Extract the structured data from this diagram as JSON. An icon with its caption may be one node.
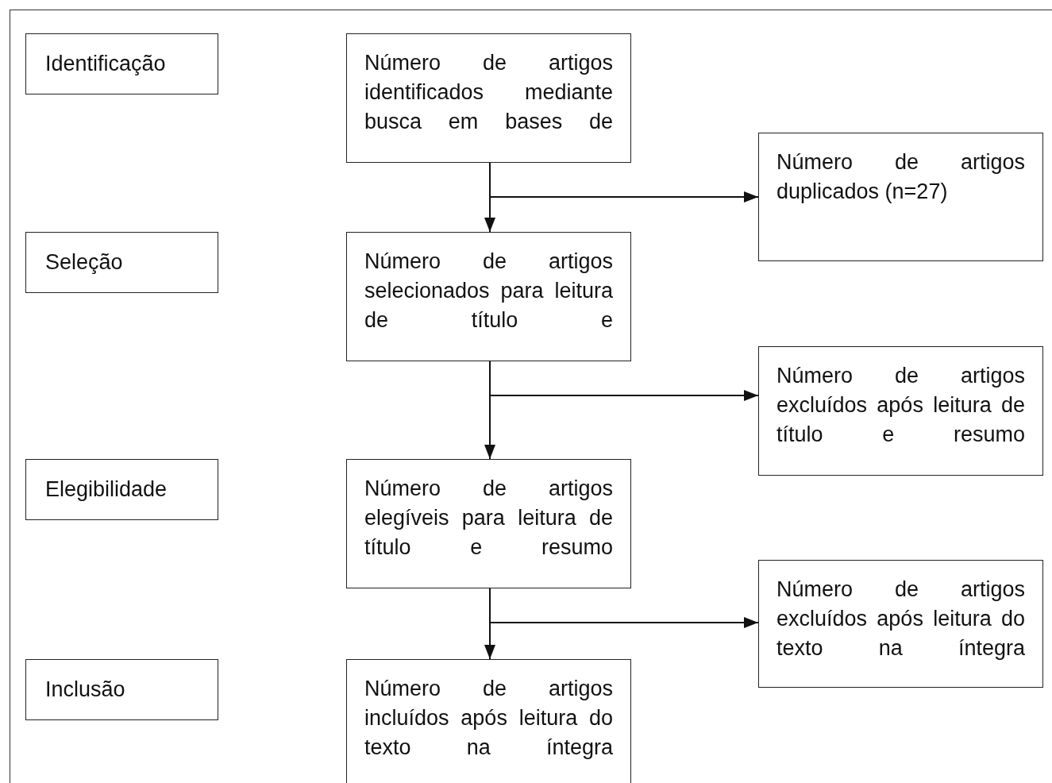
{
  "diagram": {
    "nodes": [
      {
        "text": [
          "Identificação"
        ]
      },
      {
        "text": [
          "Número de artigos identificados mediante busca em bases de"
        ]
      },
      {
        "text": [
          "Número de artigos duplicados (n=27)"
        ]
      },
      {
        "text": [
          "Seleção"
        ]
      },
      {
        "text": [
          "Número de artigos selecionados para leitura de título e"
        ]
      },
      {
        "text": [
          "Número de artigos excluídos após leitura de título e resumo"
        ]
      },
      {
        "text": [
          "Elegibilidade"
        ]
      },
      {
        "text": [
          "Número de artigos elegíveis para leitura de título e resumo"
        ]
      },
      {
        "text": [
          "Número de artigos excluídos após leitura do texto na íntegra"
        ]
      },
      {
        "text": [
          "Inclusão"
        ]
      },
      {
        "text": [
          "Número de artigos incluídos após leitura do texto na íntegra"
        ]
      }
    ],
    "edges": [
      {
        "from": 1,
        "to": 4,
        "arrow": "to"
      },
      {
        "from": 1,
        "to": 2,
        "arrow": "to"
      },
      {
        "from": 4,
        "to": 7,
        "arrow": "to"
      },
      {
        "from": 4,
        "to": 5,
        "arrow": "to"
      },
      {
        "from": 7,
        "to": 10,
        "arrow": "to"
      },
      {
        "from": 7,
        "to": 8,
        "arrow": "to"
      }
    ]
  }
}
